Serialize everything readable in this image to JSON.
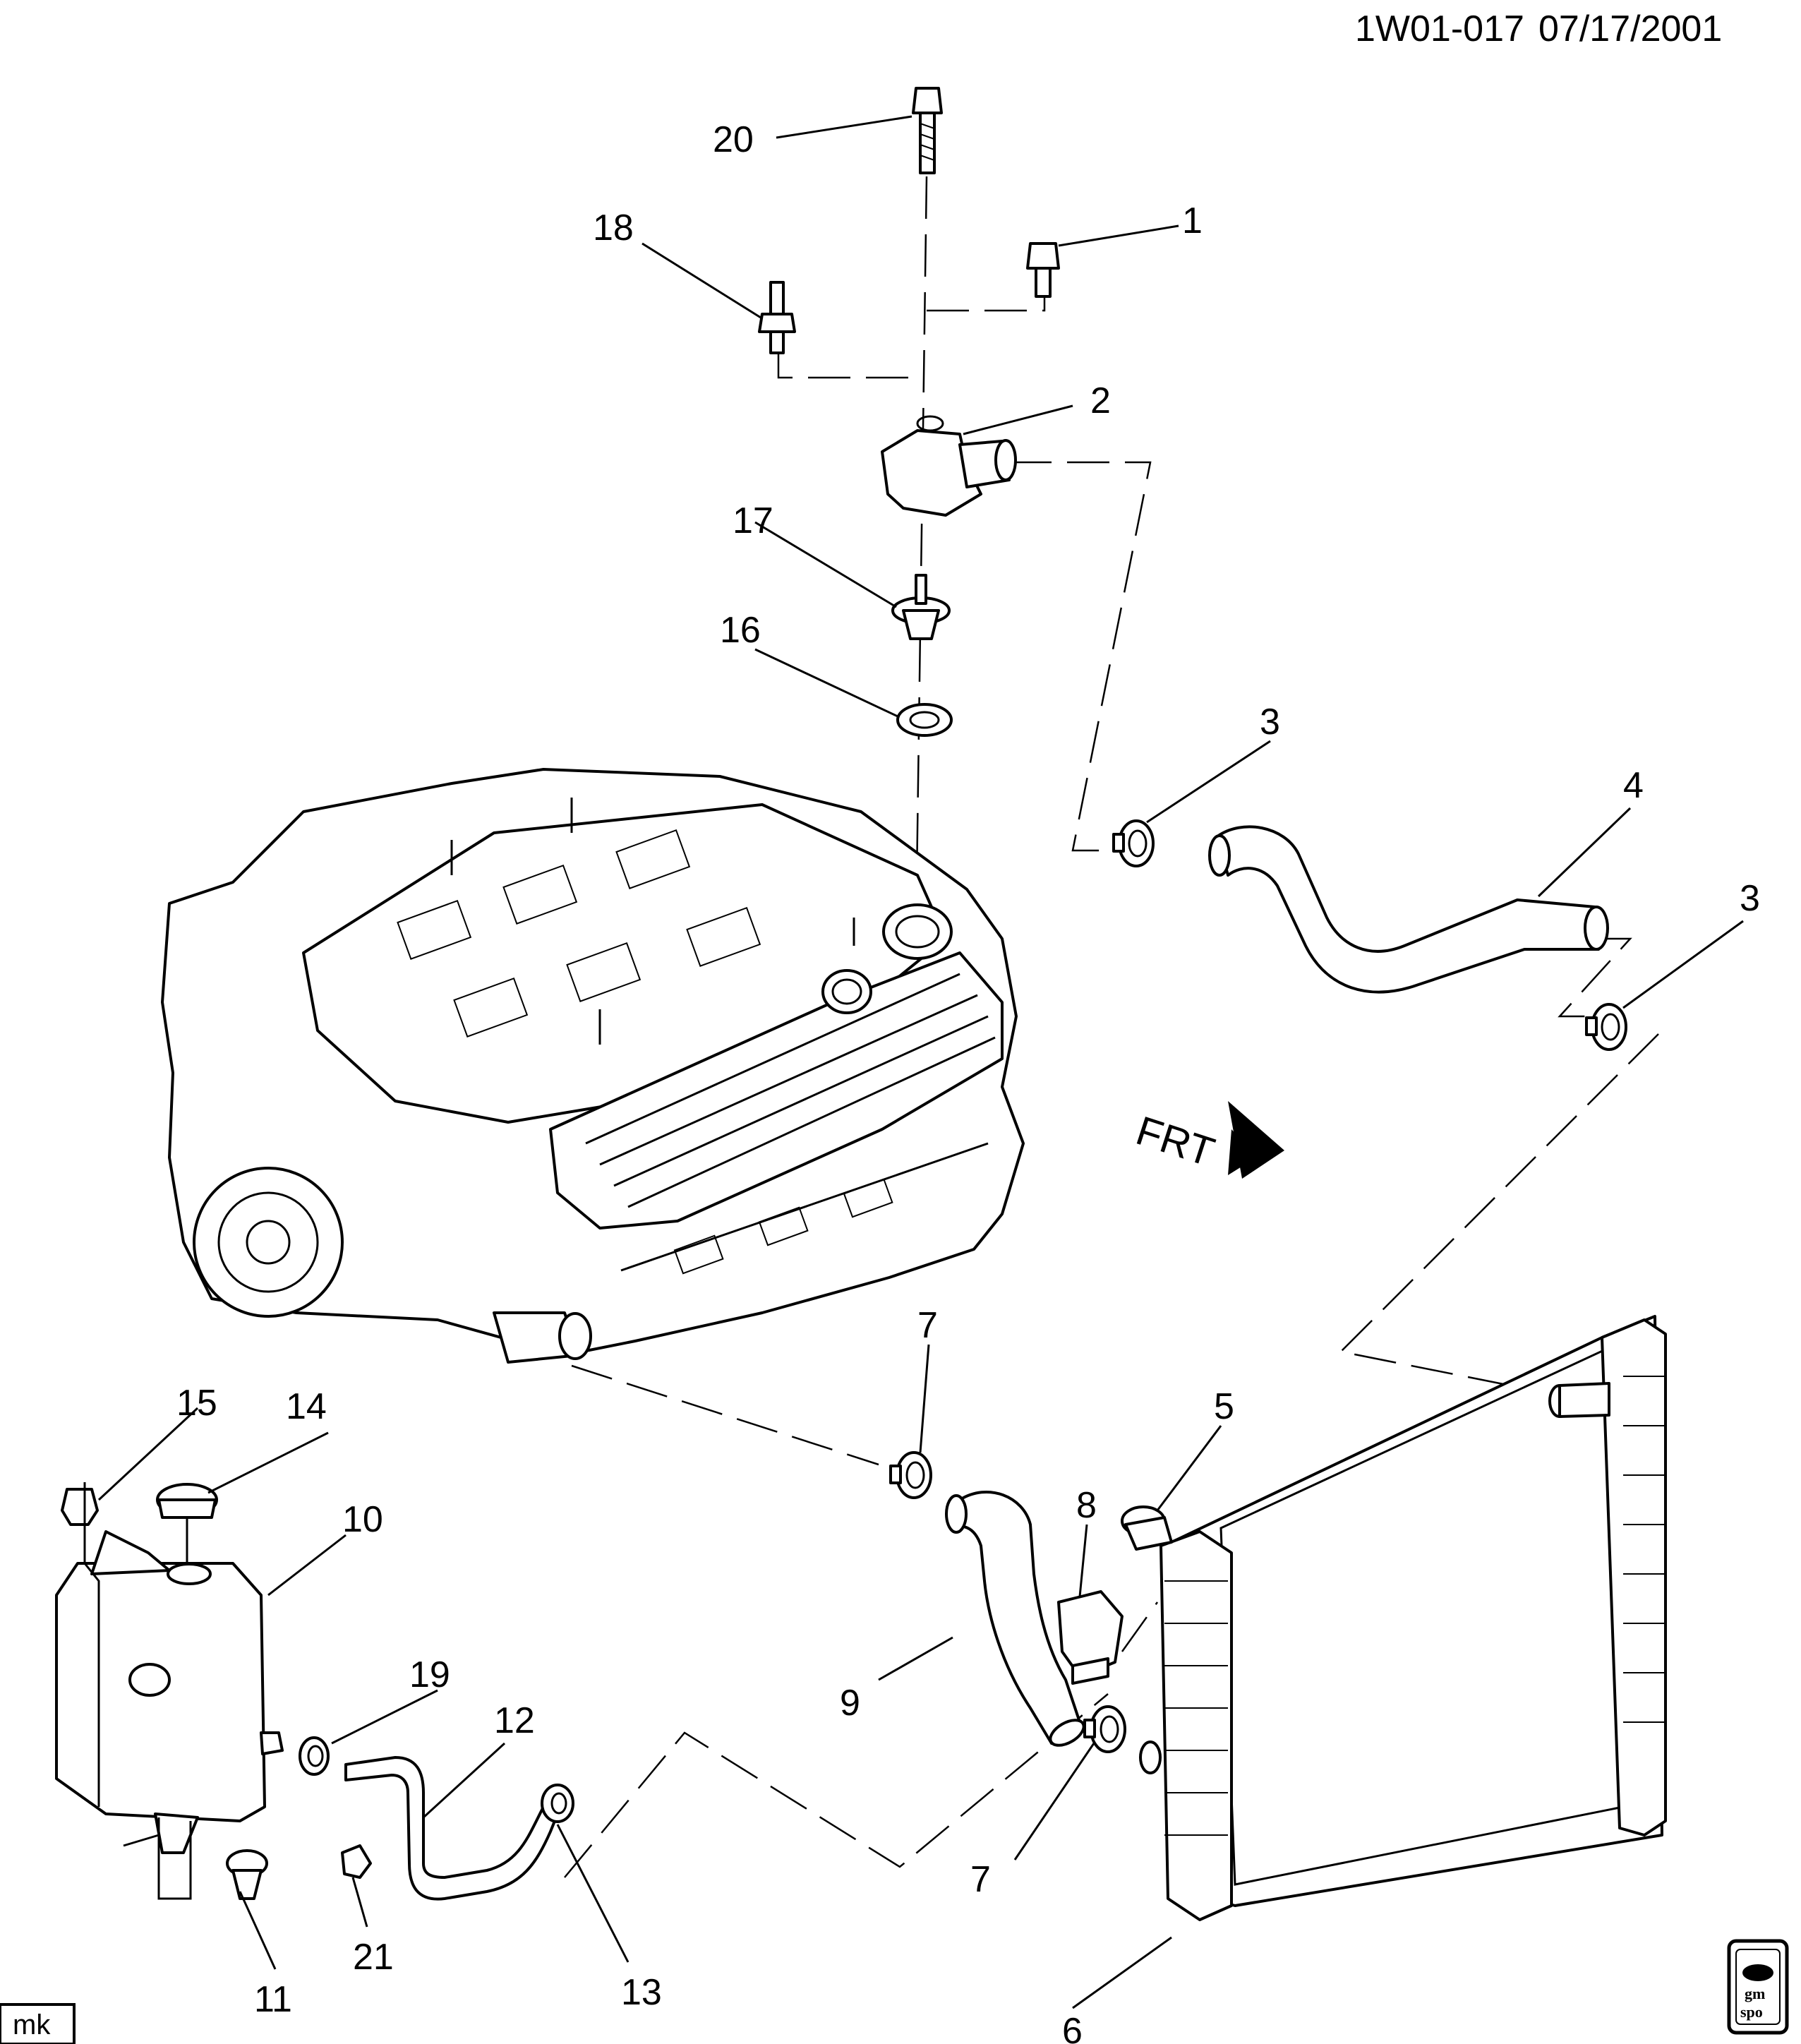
{
  "document": {
    "id": "1W01-017",
    "date": "07/17/2001",
    "author_mark": "mk",
    "logo": {
      "line1": "gm",
      "line2": "spo"
    }
  },
  "direction_label": "FRT",
  "callouts": {
    "c1": "1",
    "c2": "2",
    "c3a": "3",
    "c3b": "3",
    "c4": "4",
    "c5": "5",
    "c6": "6",
    "c7a": "7",
    "c7b": "7",
    "c8": "8",
    "c9": "9",
    "c10": "10",
    "c11": "11",
    "c12": "12",
    "c13": "13",
    "c14": "14",
    "c15": "15",
    "c16": "16",
    "c17": "17",
    "c18": "18",
    "c19": "19",
    "c20": "20",
    "c21": "21"
  }
}
